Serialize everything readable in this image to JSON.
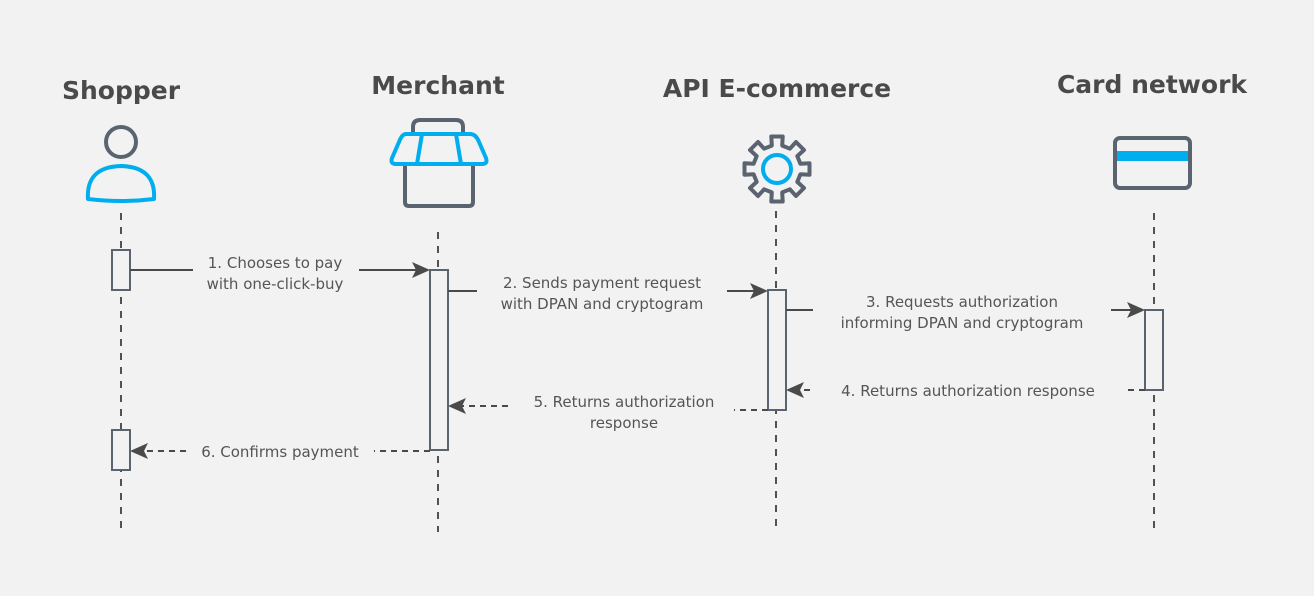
{
  "diagram": {
    "type": "sequence-diagram",
    "colors": {
      "background": "#f1f2f1",
      "text": "#4a4a4a",
      "icon_outline": "#5a6470",
      "accent": "#00aeef"
    },
    "actors": [
      {
        "id": "shopper",
        "title": "Shopper",
        "icon": "user-icon"
      },
      {
        "id": "merchant",
        "title": "Merchant",
        "icon": "store-icon"
      },
      {
        "id": "api",
        "title": "API E-commerce",
        "icon": "gear-icon"
      },
      {
        "id": "card",
        "title": "Card network",
        "icon": "credit-card-icon"
      }
    ],
    "messages": [
      {
        "step": 1,
        "from": "shopper",
        "to": "merchant",
        "style": "solid",
        "lines": [
          "1. Chooses to pay",
          "with one-click-buy"
        ]
      },
      {
        "step": 2,
        "from": "merchant",
        "to": "api",
        "style": "solid",
        "lines": [
          "2. Sends payment request",
          "with DPAN and cryptogram"
        ]
      },
      {
        "step": 3,
        "from": "api",
        "to": "card",
        "style": "solid",
        "lines": [
          "3. Requests authorization",
          "informing DPAN and cryptogram"
        ]
      },
      {
        "step": 4,
        "from": "card",
        "to": "api",
        "style": "dashed",
        "lines": [
          "4. Returns authorization response"
        ]
      },
      {
        "step": 5,
        "from": "api",
        "to": "merchant",
        "style": "dashed",
        "lines": [
          "5. Returns authorization",
          "response"
        ]
      },
      {
        "step": 6,
        "from": "merchant",
        "to": "shopper",
        "style": "dashed",
        "lines": [
          "6. Confirms payment"
        ]
      }
    ]
  }
}
